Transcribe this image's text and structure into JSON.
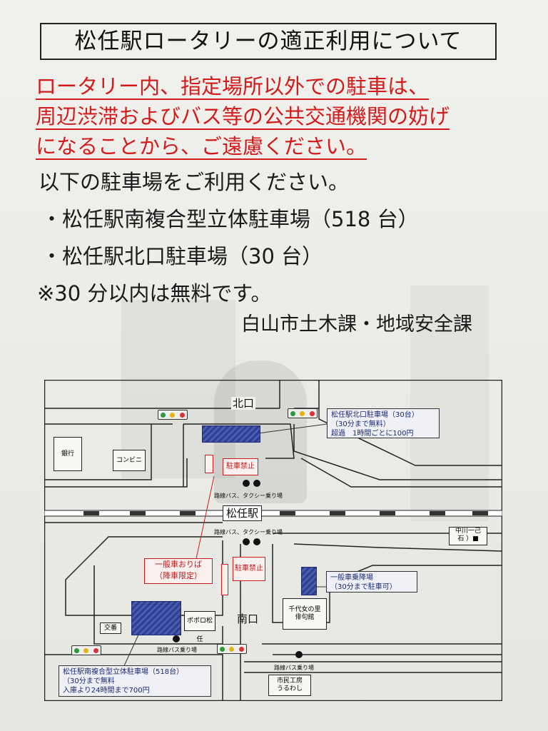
{
  "notice": {
    "title": "松任駅ロータリーの適正利用について",
    "warning_lines": [
      "ロータリー内、指定場所以外での駐車は、",
      "周辺渋滞およびバス等の公共交通機関の妨げ",
      "になることから、ご遠慮ください。"
    ],
    "intro": "以下の駐車場をご利用ください。",
    "lots": [
      "・松任駅南複合型立体駐車場（518 台）",
      "・松任駅北口駐車場（30 台）"
    ],
    "note": "※30 分以内は無料です。",
    "issuer": "白山市土木課・地域安全課"
  },
  "map": {
    "north_exit": "北口",
    "south_exit": "南口",
    "station": "松任駅",
    "bank": "銀行",
    "convenience": "コンビニ",
    "police_box": "交番",
    "bus_taxi_north": "路線バス、タクシー乗り場",
    "bus_taxi_south": "路線バス、タクシー乗り場",
    "no_parking_1": "駐車禁止",
    "no_parking_2": "駐車禁止",
    "dropoff_line1": "一般車おりば",
    "dropoff_line2": "（降車限定）",
    "pickup_line1": "一般車乗降場",
    "pickup_line2": "（30分まで駐車可）",
    "north_lot_line1": "松任駅北口駐車場（30台）",
    "north_lot_line2": "（30分まで無料）",
    "north_lot_line3": "超過　1時間ごとに100円",
    "south_lot_line1": "松任駅南複合型立体駐車場（518台）",
    "south_lot_line2": "（30分まで無料",
    "south_lot_line3": "入庫より24時間まで700円",
    "poporo": "ポポロ松任",
    "chiyojo_line1": "千代女の里",
    "chiyojo_line2": "俳句館",
    "route_bus_1": "路線バス乗り場",
    "route_bus_2": "路線バス乗り場",
    "kobo_line1": "市民工房",
    "kobo_line2": "うるわし",
    "chuo_line1": "中川一己",
    "chuo_line2": "石 ）■"
  },
  "colors": {
    "warning_red": "#d41b1b",
    "parking_blue": "#2f3f8f",
    "signal_red": "#d33",
    "signal_yellow": "#e2b317",
    "signal_green": "#2a9a3a"
  }
}
